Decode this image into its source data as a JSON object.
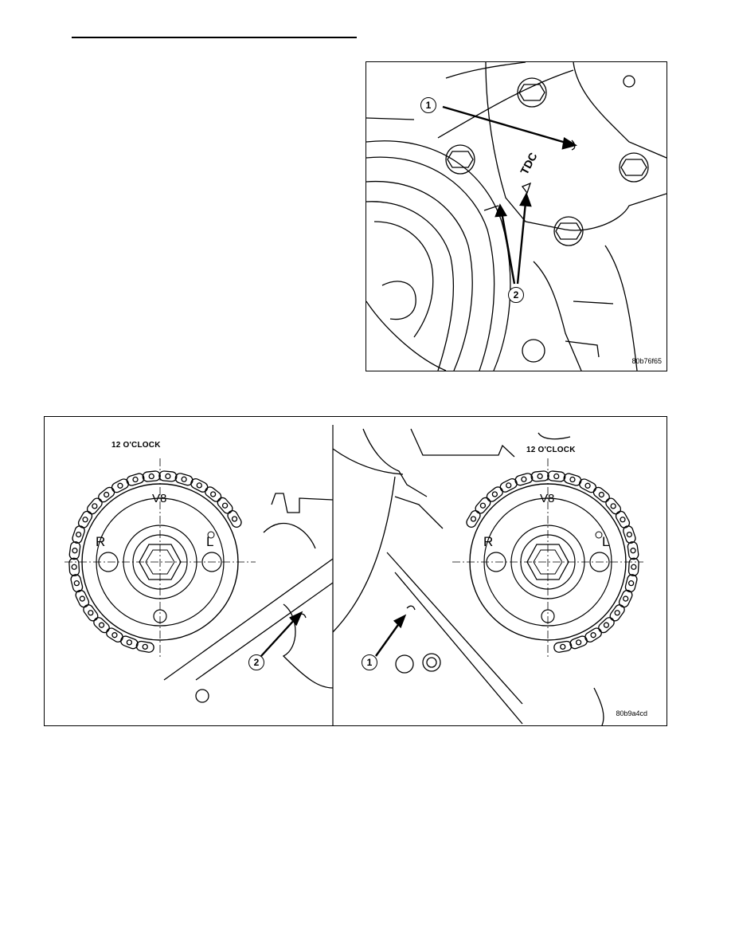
{
  "figure_top": {
    "code": "80b76f65",
    "callout_1": "1",
    "callout_2": "2",
    "tdc_label": "TDC"
  },
  "figure_bottom": {
    "code": "80b9a4cd",
    "left_label": "12 O'CLOCK",
    "right_label": "12 O'CLOCK",
    "callout_left": "2",
    "callout_right": "1",
    "sprocket_left": {
      "top": "V8",
      "left": "R",
      "right": "L"
    },
    "sprocket_right": {
      "top": "V8",
      "left": "R",
      "right": "L"
    }
  }
}
